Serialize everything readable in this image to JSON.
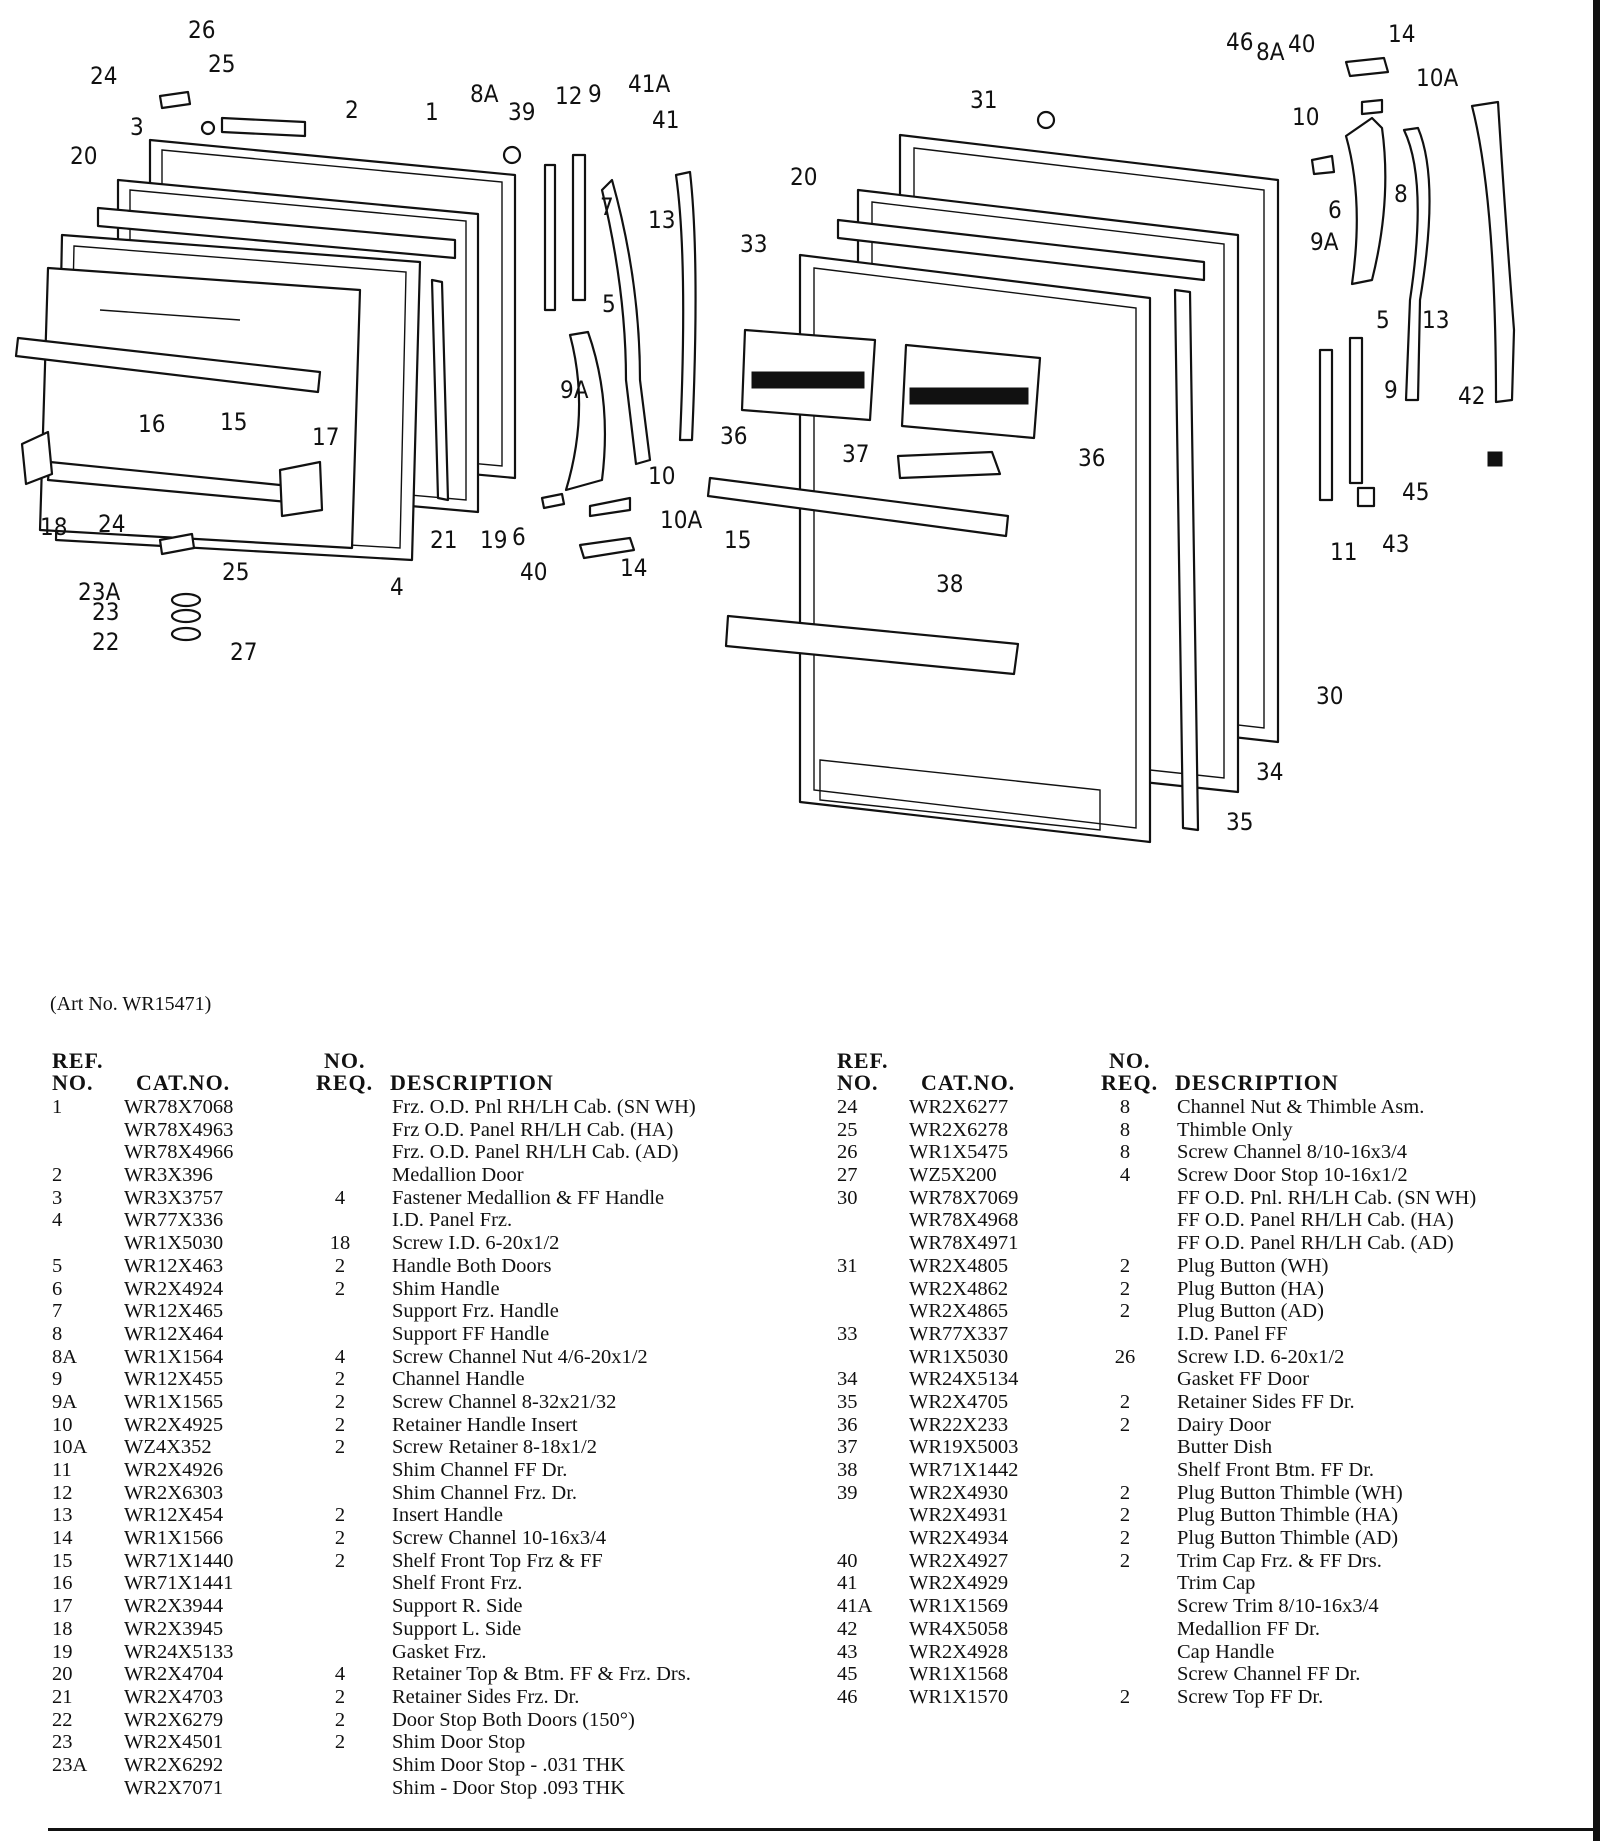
{
  "art_number": "(Art No. WR15471)",
  "diagram": {
    "callouts": [
      "26",
      "25",
      "24",
      "3",
      "2",
      "1",
      "8A",
      "39",
      "12",
      "9",
      "41A",
      "41",
      "20",
      "7",
      "13",
      "5",
      "9A",
      "15",
      "16",
      "17",
      "18",
      "21",
      "19",
      "6",
      "10",
      "10A",
      "40",
      "14",
      "4",
      "24",
      "25",
      "23A",
      "23",
      "22",
      "27",
      "31",
      "46",
      "8A",
      "40",
      "14",
      "10A",
      "10",
      "6",
      "8",
      "20",
      "33",
      "9A",
      "5",
      "13",
      "36",
      "37",
      "36",
      "42",
      "9",
      "45",
      "11",
      "43",
      "15",
      "38",
      "30",
      "34",
      "35"
    ]
  },
  "headers": {
    "ref": [
      "REF.",
      "NO."
    ],
    "cat": "CAT.NO.",
    "req": [
      "NO.",
      "REQ."
    ],
    "desc": "DESCRIPTION"
  },
  "parts_left": [
    {
      "ref": "1",
      "cat": "WR78X7068",
      "req": "",
      "desc": "Frz. O.D. Pnl RH/LH Cab. (SN WH)"
    },
    {
      "ref": "",
      "cat": "WR78X4963",
      "req": "",
      "desc": "Frz O.D. Panel RH/LH Cab. (HA)"
    },
    {
      "ref": "",
      "cat": "WR78X4966",
      "req": "",
      "desc": "Frz. O.D. Panel RH/LH Cab. (AD)"
    },
    {
      "ref": "2",
      "cat": "WR3X396",
      "req": "",
      "desc": "Medallion Door"
    },
    {
      "ref": "3",
      "cat": "WR3X3757",
      "req": "4",
      "desc": "Fastener Medallion & FF Handle"
    },
    {
      "ref": "4",
      "cat": "WR77X336",
      "req": "",
      "desc": "I.D. Panel Frz."
    },
    {
      "ref": "",
      "cat": "WR1X5030",
      "req": "18",
      "desc": "Screw I.D. 6-20x1/2"
    },
    {
      "ref": "5",
      "cat": "WR12X463",
      "req": "2",
      "desc": "Handle Both Doors"
    },
    {
      "ref": "6",
      "cat": "WR2X4924",
      "req": "2",
      "desc": "Shim Handle"
    },
    {
      "ref": "7",
      "cat": "WR12X465",
      "req": "",
      "desc": "Support Frz. Handle"
    },
    {
      "ref": "8",
      "cat": "WR12X464",
      "req": "",
      "desc": "Support FF Handle"
    },
    {
      "ref": "8A",
      "cat": "WR1X1564",
      "req": "4",
      "desc": "Screw Channel Nut 4/6-20x1/2"
    },
    {
      "ref": "9",
      "cat": "WR12X455",
      "req": "2",
      "desc": "Channel Handle"
    },
    {
      "ref": "9A",
      "cat": "WR1X1565",
      "req": "2",
      "desc": "Screw Channel 8-32x21/32"
    },
    {
      "ref": "10",
      "cat": "WR2X4925",
      "req": "2",
      "desc": "Retainer Handle Insert"
    },
    {
      "ref": "10A",
      "cat": "WZ4X352",
      "req": "2",
      "desc": "Screw Retainer 8-18x1/2"
    },
    {
      "ref": "11",
      "cat": "WR2X4926",
      "req": "",
      "desc": "Shim Channel FF Dr."
    },
    {
      "ref": "12",
      "cat": "WR2X6303",
      "req": "",
      "desc": "Shim Channel Frz. Dr."
    },
    {
      "ref": "13",
      "cat": "WR12X454",
      "req": "2",
      "desc": "Insert Handle"
    },
    {
      "ref": "14",
      "cat": "WR1X1566",
      "req": "2",
      "desc": "Screw Channel 10-16x3/4"
    },
    {
      "ref": "15",
      "cat": "WR71X1440",
      "req": "2",
      "desc": "Shelf Front Top Frz & FF"
    },
    {
      "ref": "16",
      "cat": "WR71X1441",
      "req": "",
      "desc": "Shelf Front Frz."
    },
    {
      "ref": "17",
      "cat": "WR2X3944",
      "req": "",
      "desc": "Support R. Side"
    },
    {
      "ref": "18",
      "cat": "WR2X3945",
      "req": "",
      "desc": "Support L. Side"
    },
    {
      "ref": "19",
      "cat": "WR24X5133",
      "req": "",
      "desc": "Gasket Frz."
    },
    {
      "ref": "20",
      "cat": "WR2X4704",
      "req": "4",
      "desc": "Retainer Top & Btm. FF & Frz. Drs."
    },
    {
      "ref": "21",
      "cat": "WR2X4703",
      "req": "2",
      "desc": "Retainer Sides Frz. Dr."
    },
    {
      "ref": "22",
      "cat": "WR2X6279",
      "req": "2",
      "desc": "Door Stop Both Doors (150°)"
    },
    {
      "ref": "23",
      "cat": "WR2X4501",
      "req": "2",
      "desc": "Shim Door Stop"
    },
    {
      "ref": "23A",
      "cat": "WR2X6292",
      "req": "",
      "desc": "Shim Door Stop - .031 THK"
    },
    {
      "ref": "",
      "cat": "WR2X7071",
      "req": "",
      "desc": "Shim - Door Stop .093 THK"
    }
  ],
  "parts_right": [
    {
      "ref": "24",
      "cat": "WR2X6277",
      "req": "8",
      "desc": "Channel Nut & Thimble Asm."
    },
    {
      "ref": "25",
      "cat": "WR2X6278",
      "req": "8",
      "desc": "Thimble Only"
    },
    {
      "ref": "26",
      "cat": "WR1X5475",
      "req": "8",
      "desc": "Screw Channel 8/10-16x3/4"
    },
    {
      "ref": "27",
      "cat": "WZ5X200",
      "req": "4",
      "desc": "Screw Door Stop 10-16x1/2"
    },
    {
      "ref": "30",
      "cat": "WR78X7069",
      "req": "",
      "desc": "FF O.D. Pnl. RH/LH Cab. (SN WH)"
    },
    {
      "ref": "",
      "cat": "WR78X4968",
      "req": "",
      "desc": "FF O.D. Panel RH/LH Cab. (HA)"
    },
    {
      "ref": "",
      "cat": "WR78X4971",
      "req": "",
      "desc": "FF O.D. Panel RH/LH Cab. (AD)"
    },
    {
      "ref": "31",
      "cat": "WR2X4805",
      "req": "2",
      "desc": "Plug Button (WH)"
    },
    {
      "ref": "",
      "cat": "WR2X4862",
      "req": "2",
      "desc": "Plug Button (HA)"
    },
    {
      "ref": "",
      "cat": "WR2X4865",
      "req": "2",
      "desc": "Plug Button (AD)"
    },
    {
      "ref": "33",
      "cat": "WR77X337",
      "req": "",
      "desc": "I.D. Panel FF"
    },
    {
      "ref": "",
      "cat": "WR1X5030",
      "req": "26",
      "desc": "Screw I.D. 6-20x1/2"
    },
    {
      "ref": "34",
      "cat": "WR24X5134",
      "req": "",
      "desc": "Gasket FF Door"
    },
    {
      "ref": "35",
      "cat": "WR2X4705",
      "req": "2",
      "desc": "Retainer Sides FF Dr."
    },
    {
      "ref": "36",
      "cat": "WR22X233",
      "req": "2",
      "desc": "Dairy Door"
    },
    {
      "ref": "37",
      "cat": "WR19X5003",
      "req": "",
      "desc": "Butter Dish"
    },
    {
      "ref": "38",
      "cat": "WR71X1442",
      "req": "",
      "desc": "Shelf Front Btm. FF Dr."
    },
    {
      "ref": "39",
      "cat": "WR2X4930",
      "req": "2",
      "desc": "Plug Button Thimble (WH)"
    },
    {
      "ref": "",
      "cat": "WR2X4931",
      "req": "2",
      "desc": "Plug Button Thimble (HA)"
    },
    {
      "ref": "",
      "cat": "WR2X4934",
      "req": "2",
      "desc": "Plug Button Thimble (AD)"
    },
    {
      "ref": "40",
      "cat": "WR2X4927",
      "req": "2",
      "desc": "Trim Cap Frz. & FF Drs."
    },
    {
      "ref": "41",
      "cat": "WR2X4929",
      "req": "",
      "desc": "Trim Cap"
    },
    {
      "ref": "41A",
      "cat": "WR1X1569",
      "req": "",
      "desc": "Screw Trim 8/10-16x3/4"
    },
    {
      "ref": "42",
      "cat": "WR4X5058",
      "req": "",
      "desc": "Medallion FF Dr."
    },
    {
      "ref": "43",
      "cat": "WR2X4928",
      "req": "",
      "desc": "Cap Handle"
    },
    {
      "ref": "45",
      "cat": "WR1X1568",
      "req": "",
      "desc": "Screw Channel FF Dr."
    },
    {
      "ref": "46",
      "cat": "WR1X1570",
      "req": "2",
      "desc": "Screw Top FF Dr."
    }
  ]
}
